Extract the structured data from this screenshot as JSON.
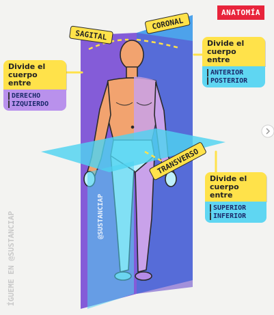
{
  "tag": "ANATOMÍA",
  "labels": {
    "sagital": "SAGITAL",
    "coronal": "CORONAL",
    "transverso": "TRANSVERSO"
  },
  "callouts": {
    "left": {
      "title_line1": "Divide el",
      "title_line2": "cuerpo entre",
      "item1": "DERECHO",
      "item2": "IZQUIERDO"
    },
    "right_top": {
      "title_line1": "Divide el",
      "title_line2": "cuerpo entre",
      "item1": "ANTERIOR",
      "item2": "POSTERIOR"
    },
    "right_bottom": {
      "title_line1": "Divide el",
      "title_line2": "cuerpo entre",
      "item1": "SUPERIOR",
      "item2": "INFERIOR"
    }
  },
  "watermark": {
    "handle": "@SUSTANCIAP",
    "side_text": "ÍGUEME EN @SUSTANCIAP"
  },
  "colors": {
    "sagittal_plane": "#7b4fd6",
    "coronal_plane": "#3f9bea",
    "transverse_plane": "#4fd3f0",
    "skin": "#f2a36f",
    "callout_yellow": "#ffe24a",
    "purple_box": "#b991ec",
    "cyan_box": "#5fd6f2",
    "tag_red": "#e8243b"
  }
}
